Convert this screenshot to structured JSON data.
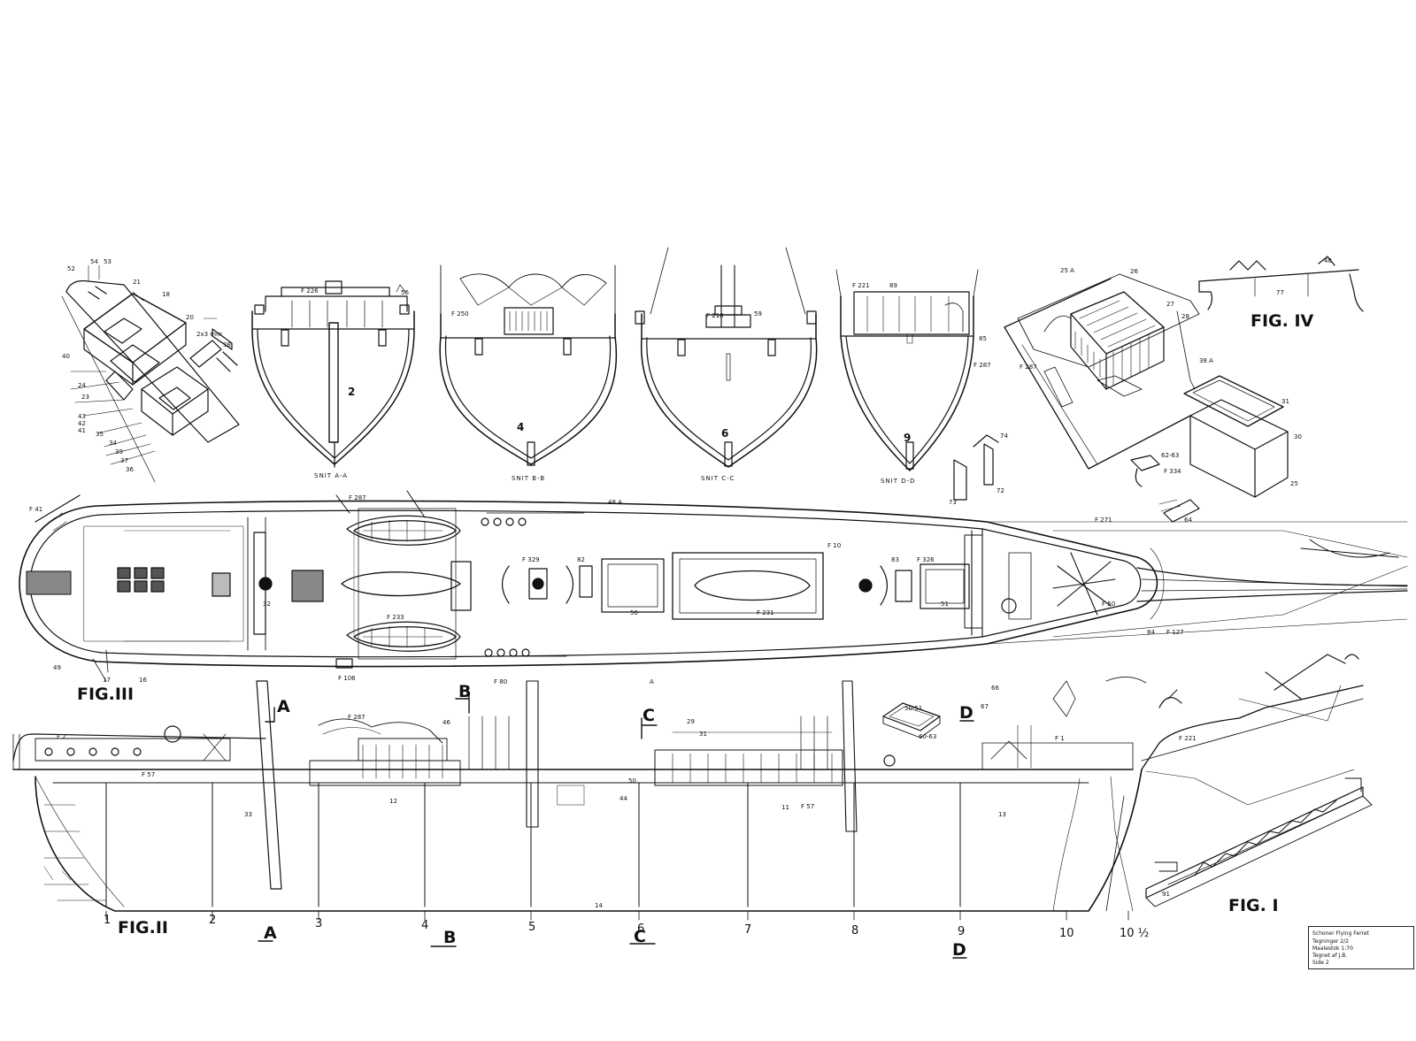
{
  "figures": {
    "fig1": "FIG. I",
    "fig2": "FIG.II",
    "fig3": "FIG.III",
    "fig4": "FIG. IV"
  },
  "sections": {
    "aa": "SNIT A-A",
    "bb": "SNIT B-B",
    "cc": "SNIT C-C",
    "dd": "SNIT D-D"
  },
  "section_numbers": [
    "2",
    "4",
    "6",
    "9"
  ],
  "stations": [
    "1",
    "2",
    "3",
    "4",
    "5",
    "6",
    "7",
    "8",
    "9",
    "10",
    "10 ½"
  ],
  "cut_marks": [
    "A",
    "B",
    "C",
    "D"
  ],
  "part_labels": {
    "p1": "21",
    "p2": "18",
    "p3": "20",
    "p4": "38",
    "p5": "40",
    "p6": "24",
    "p7": "23",
    "p8": "43",
    "p9": "42",
    "p10": "41",
    "p11": "35",
    "p12": "34",
    "p13": "39",
    "p14": "37",
    "p15": "36",
    "p16": "52",
    "p17": "54",
    "p18": "53",
    "p19": "2x3 mm",
    "p20": "F 226",
    "p21": "56",
    "p22": "F 250",
    "p23": "F 221",
    "p24": "89",
    "p25": "85",
    "p26": "F 287",
    "p27": "F 210",
    "p28": "59",
    "p29": "48",
    "p30": "25 A",
    "p31": "26",
    "p32": "27",
    "p33": "28",
    "p34": "38 A",
    "p35": "F 287",
    "p36": "31",
    "p37": "30",
    "p38": "25",
    "p39": "62-63",
    "p40": "F 334",
    "p41": "64",
    "p42": "74",
    "p43": "73",
    "p44": "72",
    "p45": "77",
    "p46": "F 41",
    "p47": "F 287",
    "p48": "48 A",
    "p49": "F 10",
    "p50": "F 233",
    "p51": "32",
    "p52": "F 329",
    "p53": "82",
    "p54": "50",
    "p55": "F 231",
    "p56": "83",
    "p57": "F 326",
    "p58": "51",
    "p59": "F 271",
    "p60": "F 50",
    "p61": "F 127",
    "p62": "84",
    "p63": "F 106",
    "p64": "17",
    "p65": "16",
    "p66": "49",
    "p67": "F 80",
    "p68": "A",
    "p69": "F 287",
    "p70": "46",
    "p71": "F 2",
    "p72": "50",
    "p73": "29",
    "p74": "31",
    "p75": "F 57",
    "p76": "44",
    "p77": "12",
    "p78": "50-51",
    "p79": "60-63",
    "p80": "66",
    "p81": "67",
    "p82": "F 1",
    "p83": "F 221",
    "p84": "F 57",
    "p85": "14",
    "p86": "91",
    "p87": "11",
    "p88": "13",
    "p89": "33"
  },
  "title_block": {
    "line1": "Schoner Flying Ferret",
    "line2": "Tegninger 2/2",
    "line3": "Maalestok 1:70",
    "line4": "Tegnet af J.B.",
    "line5": "Side 2"
  }
}
